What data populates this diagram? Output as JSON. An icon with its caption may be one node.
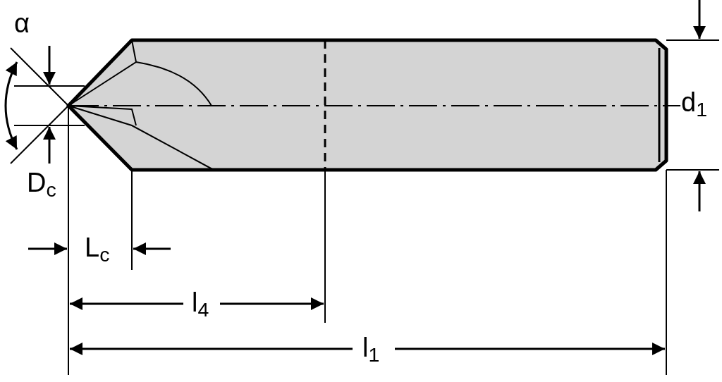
{
  "diagram": {
    "labels": [
      "α",
      "d$_{1}$",
      "D$_{c}$",
      "L$_{c}$",
      "l$_{4}$",
      "l$_{1}$"
    ]
  }
}
